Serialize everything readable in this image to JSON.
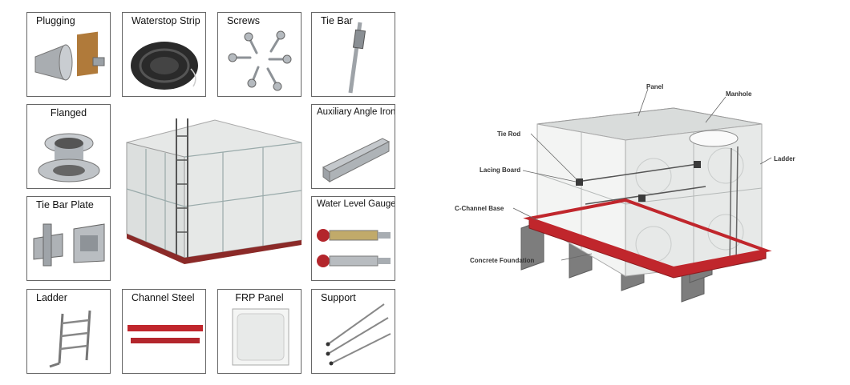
{
  "parts": {
    "plugging": "Plugging",
    "waterstop": "Waterstop Strip",
    "screws": "Screws",
    "tie_bar": "Tie Bar",
    "flanged": "Flanged",
    "aux_angle": "Auxiliary Angle Iron",
    "tie_bar_plate": "Tie Bar Plate",
    "water_level": "Water Level Gauge",
    "ladder": "Ladder",
    "channel_steel": "Channel Steel",
    "frp_panel": "FRP Panel",
    "support": "Support"
  },
  "diagram": {
    "panel": "Panel",
    "manhole": "Manhole",
    "tie_rod": "Tie Rod",
    "ladder": "Ladder",
    "lacing_board": "Lacing Board",
    "c_channel_base": "C-Channel Base",
    "concrete_foundation": "Concrete Foundation"
  },
  "colors": {
    "steel": "#b8bcc0",
    "red": "#c0262c",
    "panel": "#eef0ef",
    "concrete": "#7d7d7d"
  }
}
